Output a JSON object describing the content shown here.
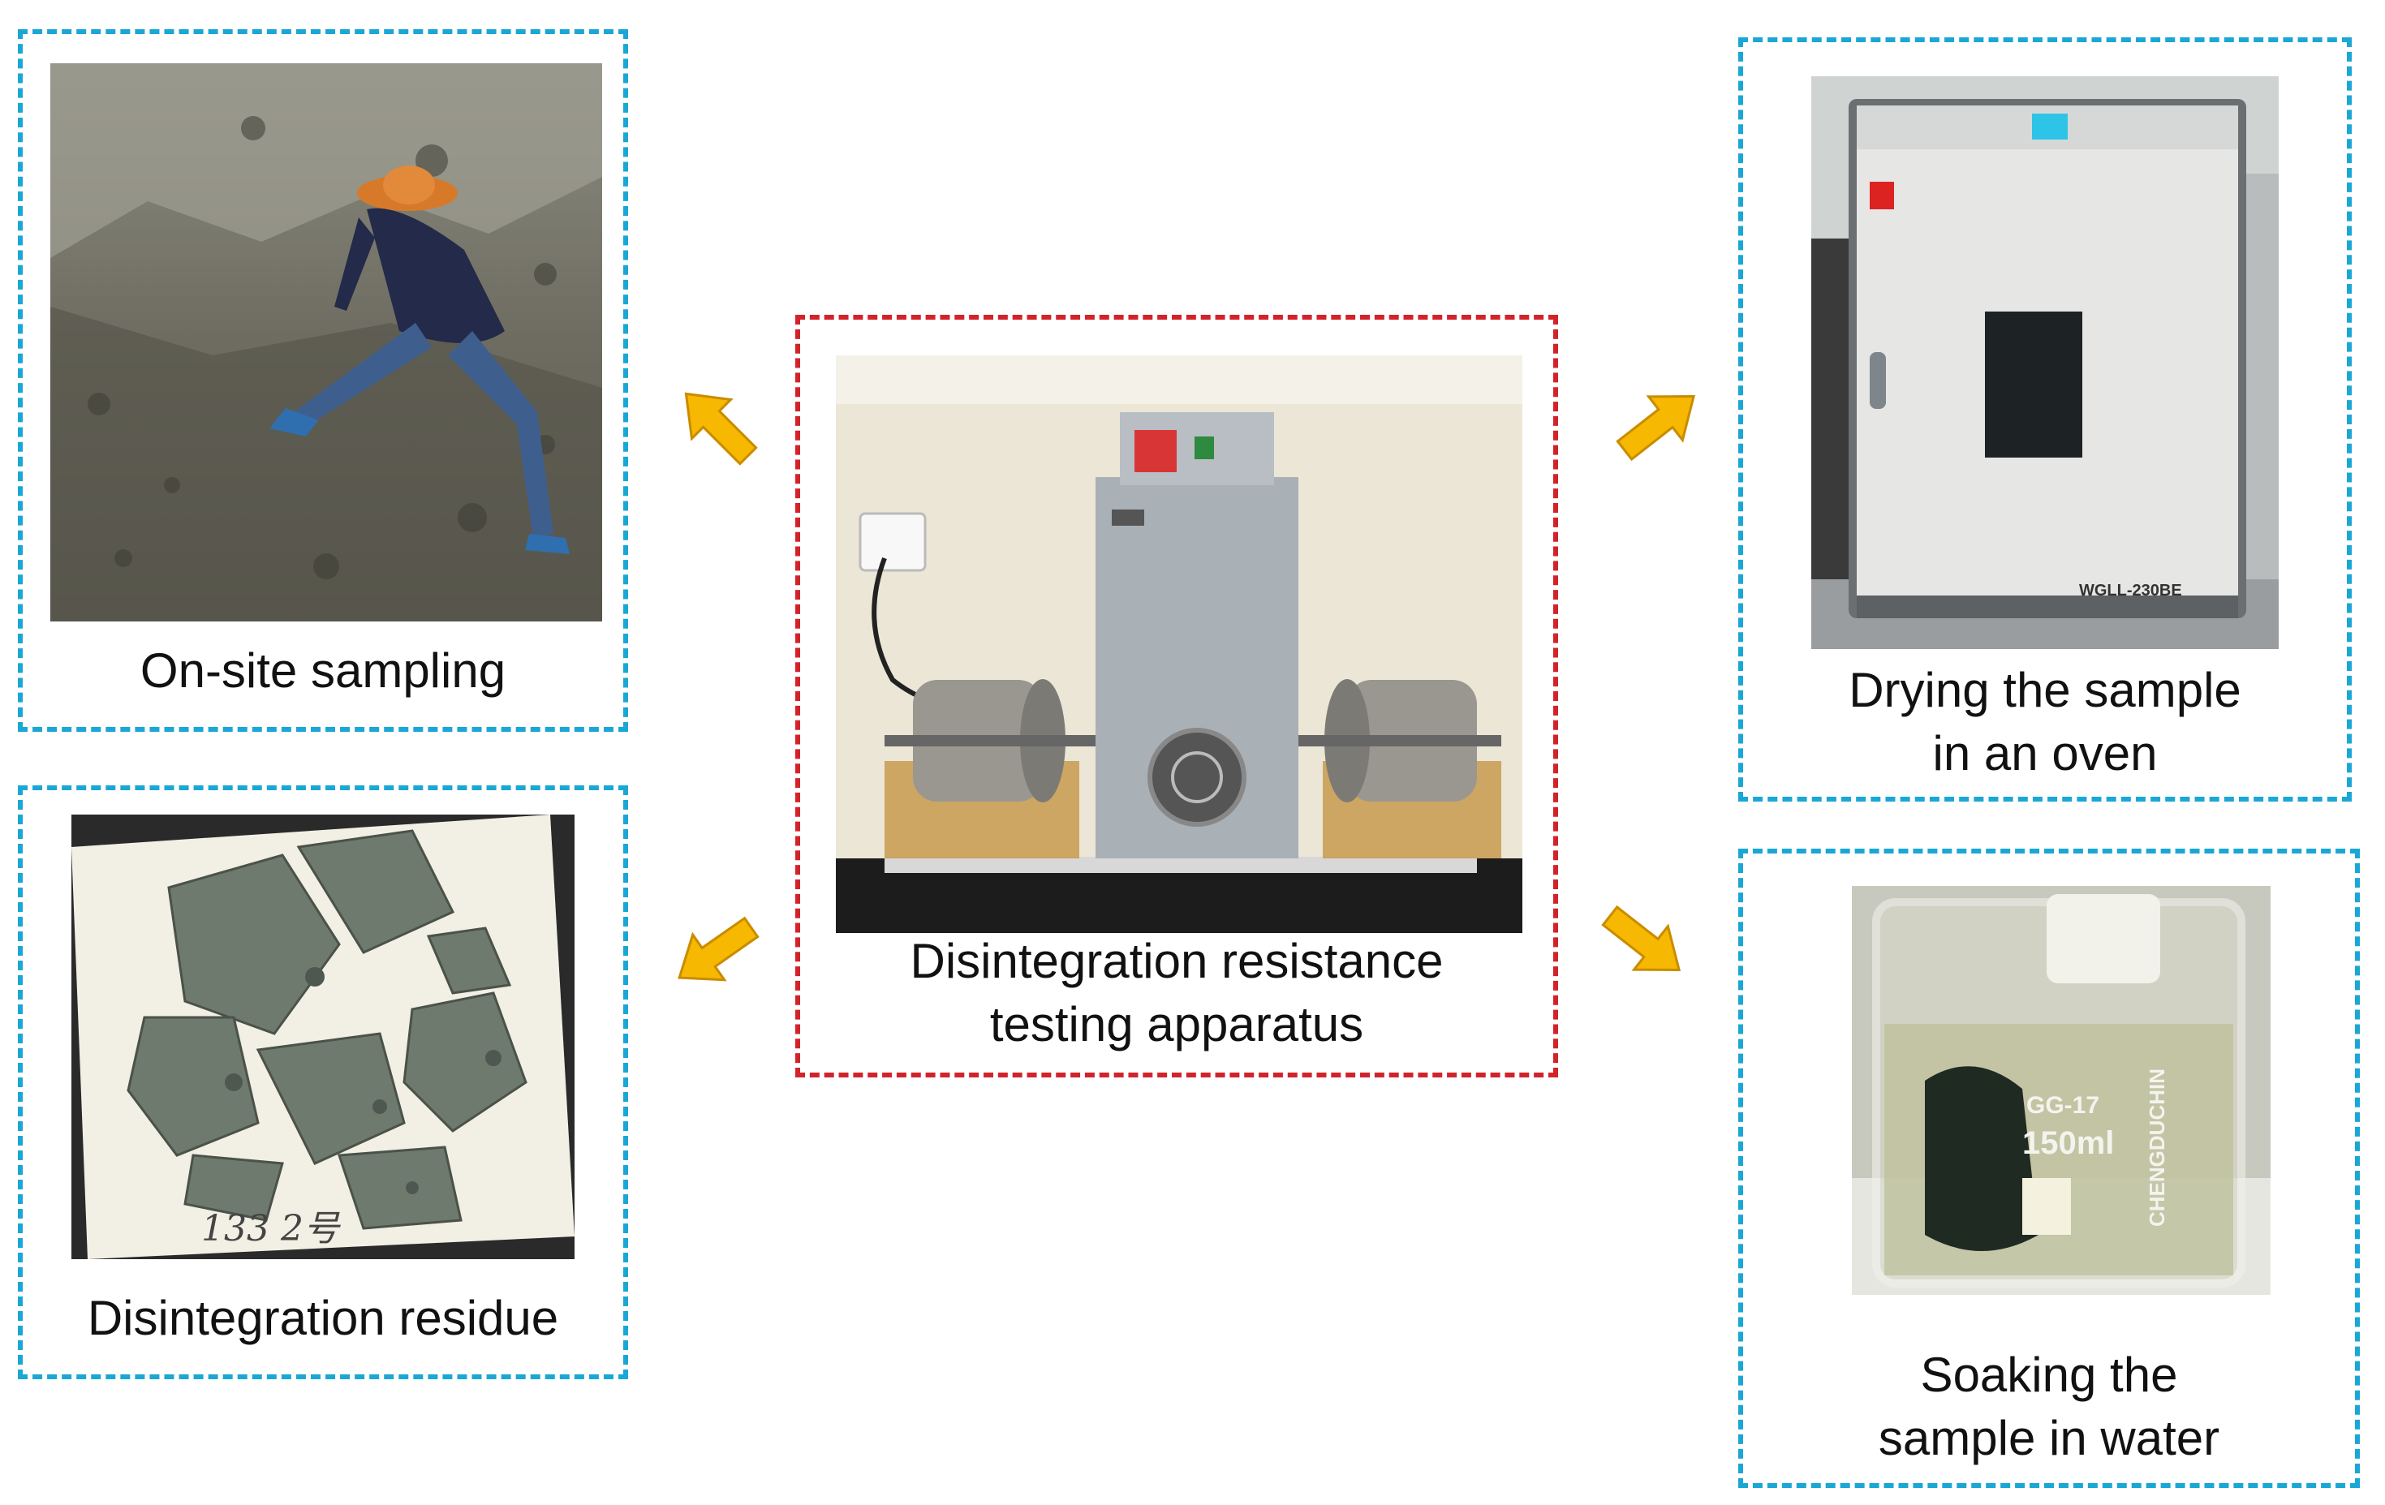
{
  "colors": {
    "panel_border": "#1aa7d6",
    "center_border": "#d2232a",
    "arrow": "#f6b800",
    "arrow_outline": "#c98c00"
  },
  "center": {
    "caption_line1": "Disintegration resistance",
    "caption_line2": "testing apparatus",
    "photo": "disintegration-apparatus-photo"
  },
  "panels": {
    "top_left": {
      "caption_line1": "On-site sampling",
      "photo": "field-sampling-photo"
    },
    "bottom_left": {
      "caption_line1": "Disintegration residue",
      "photo": "rock-residue-photo",
      "handwritten": "133  2号"
    },
    "top_right": {
      "caption_line1": "Drying the sample",
      "caption_line2": "in an oven",
      "photo": "drying-oven-photo",
      "oven_model": "WGLL-230BE"
    },
    "bottom_right": {
      "caption_line1": "Soaking the",
      "caption_line2": "sample in water",
      "photo": "beaker-photo",
      "beaker_text": [
        "GG-17",
        "150ml",
        "CHENGDUCHIN"
      ]
    }
  },
  "arrows": [
    "arrow-to-on-site-sampling",
    "arrow-to-residue",
    "arrow-to-oven",
    "arrow-to-soaking"
  ]
}
